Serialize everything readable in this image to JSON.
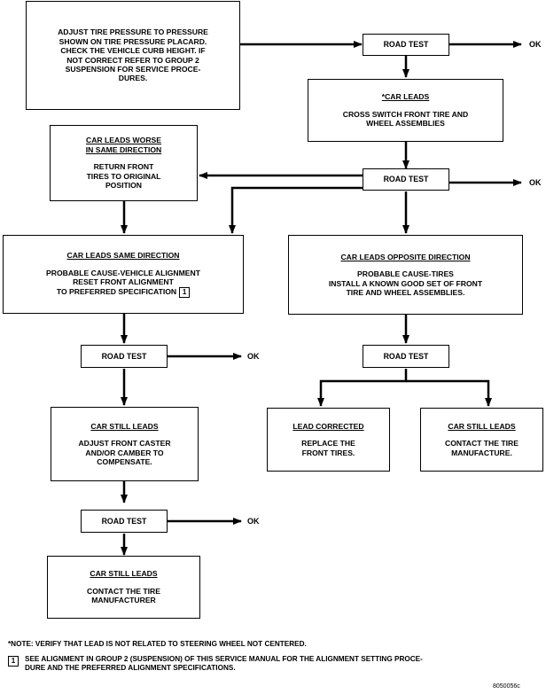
{
  "boxes": {
    "adjust": "ADJUST TIRE PRESSURE TO PRESSURE\nSHOWN ON TIRE PRESSURE PLACARD.\nCHECK THE VEHICLE CURB HEIGHT. IF\nNOT CORRECT REFER TO GROUP 2\nSUSPENSION FOR SERVICE PROCE-\nDURES.",
    "road_test_1": "ROAD TEST",
    "car_leads_title": "*CAR LEADS",
    "car_leads_body": "CROSS SWITCH FRONT TIRE AND\nWHEEL ASSEMBLIES",
    "worse_title": "CAR LEADS WORSE\nIN SAME DIRECTION",
    "worse_body": "RETURN FRONT\nTIRES TO ORIGINAL\nPOSITION",
    "road_test_2": "ROAD TEST",
    "same_title": "CAR LEADS SAME DIRECTION",
    "same_body": "PROBABLE CAUSE-VEHICLE ALIGNMENT\nRESET FRONT ALIGNMENT\nTO PREFERRED SPECIFICATION",
    "same_ref": "1",
    "opp_title": "CAR LEADS OPPOSITE DIRECTION",
    "opp_body": "PROBABLE CAUSE-TIRES\nINSTALL A KNOWN GOOD SET OF FRONT\nTIRE AND WHEEL ASSEMBLIES.",
    "road_test_3": "ROAD TEST",
    "road_test_4": "ROAD TEST",
    "still1_title": "CAR STILL LEADS",
    "still1_body": "ADJUST FRONT CASTER\nAND/OR CAMBER TO\nCOMPENSATE.",
    "lead_corr_title": "LEAD CORRECTED",
    "lead_corr_body": "REPLACE THE\nFRONT TIRES.",
    "still2_title": "CAR STILL LEADS",
    "still2_body": "CONTACT THE TIRE\nMANUFACTURE.",
    "road_test_5": "ROAD TEST",
    "still3_title": "CAR STILL LEADS",
    "still3_body": "CONTACT THE TIRE\nMANUFACTURER"
  },
  "ok_labels": {
    "ok1": "OK",
    "ok2": "OK",
    "ok3": "OK",
    "ok4": "OK"
  },
  "notes": {
    "note1": "*NOTE: VERIFY THAT LEAD IS NOT RELATED TO STEERING WHEEL NOT CENTERED.",
    "note2_ref": "1",
    "note2": "SEE ALIGNMENT IN GROUP 2 (SUSPENSION) OF THIS SERVICE MANUAL FOR THE ALIGNMENT SETTING PROCE-\nDURE AND THE PREFERRED ALIGNMENT SPECIFICATIONS."
  },
  "figure_id": "8050056c"
}
